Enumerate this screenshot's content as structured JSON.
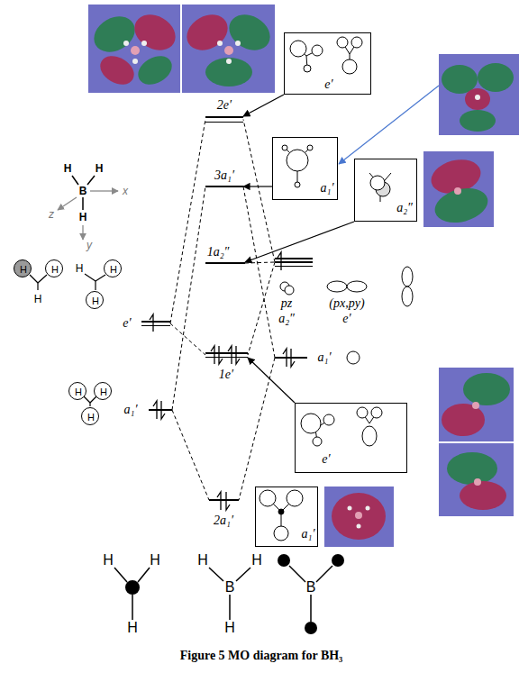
{
  "diagram": {
    "caption": "Figure 5 MO diagram for BH₃",
    "nodes": [
      {
        "text": [
          "e′"
        ]
      },
      {
        "text": [
          "2e′"
        ]
      },
      {
        "text": [
          "a₁′"
        ]
      },
      {
        "text": [
          "3a₁′"
        ]
      },
      {
        "text": [
          "a₂″"
        ]
      },
      {
        "text": [
          "1a₂″"
        ]
      },
      {
        "text": [
          "pz",
          "a₂″",
          "(px,py)",
          "e′"
        ]
      },
      {
        "text": [
          "e′"
        ]
      },
      {
        "text": [
          "a₁′"
        ]
      },
      {
        "text": [
          "1e′"
        ]
      },
      {
        "text": [
          "e′"
        ]
      },
      {
        "text": [
          "a₁′"
        ]
      },
      {
        "text": [
          "2a₁′"
        ]
      },
      {
        "text": [
          "a₁′"
        ]
      },
      {
        "text": [
          "H"
        ]
      },
      {
        "text": [
          "H"
        ]
      },
      {
        "text": [
          "H"
        ]
      },
      {
        "text": [
          "H"
        ]
      },
      {
        "text": [
          "H"
        ]
      },
      {
        "text": [
          "H"
        ]
      },
      {
        "text": [
          "H"
        ]
      }
    ],
    "edges": [
      {
        "from": 0,
        "to": 1,
        "arrow": "to"
      },
      {
        "from": 2,
        "to": 3,
        "arrow": "to"
      },
      {
        "from": 4,
        "to": 5,
        "arrow": "to"
      },
      {
        "from": 10,
        "to": 9,
        "arrow": "to"
      },
      {
        "from": 7,
        "to": 1,
        "arrow": "none"
      },
      {
        "from": 7,
        "to": 9,
        "arrow": "none"
      },
      {
        "from": 11,
        "to": 3,
        "arrow": "none"
      },
      {
        "from": 11,
        "to": 12,
        "arrow": "none"
      },
      {
        "from": 6,
        "to": 1,
        "arrow": "none"
      },
      {
        "from": 6,
        "to": 9,
        "arrow": "none"
      },
      {
        "from": 8,
        "to": 3,
        "arrow": "none"
      },
      {
        "from": 8,
        "to": 12,
        "arrow": "none"
      },
      {
        "from": 5,
        "to": 6,
        "arrow": "none"
      }
    ],
    "labels": [
      "H",
      "H",
      "x",
      "B",
      "z",
      "H",
      "y",
      "H",
      "H",
      "H",
      "H",
      "H",
      "H",
      "B",
      "B",
      "H",
      "H"
    ]
  }
}
